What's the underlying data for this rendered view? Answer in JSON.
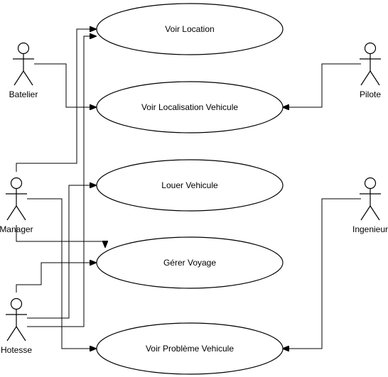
{
  "use_cases": {
    "voir_location": "Voir Location",
    "voir_localisation": "Voir Localisation Vehicule",
    "louer_vehicule": "Louer Vehicule",
    "gerer_voyage": "Gérer Voyage",
    "voir_probleme": "Voir Problème Vehicule"
  },
  "actors": {
    "batelier": "Batelier",
    "manager": "Manager",
    "hotesse": "Hotesse",
    "pilote": "Pilote",
    "ingenieur": "Ingenieur"
  },
  "colors": {
    "stroke": "#000000",
    "fill": "#ffffff"
  }
}
